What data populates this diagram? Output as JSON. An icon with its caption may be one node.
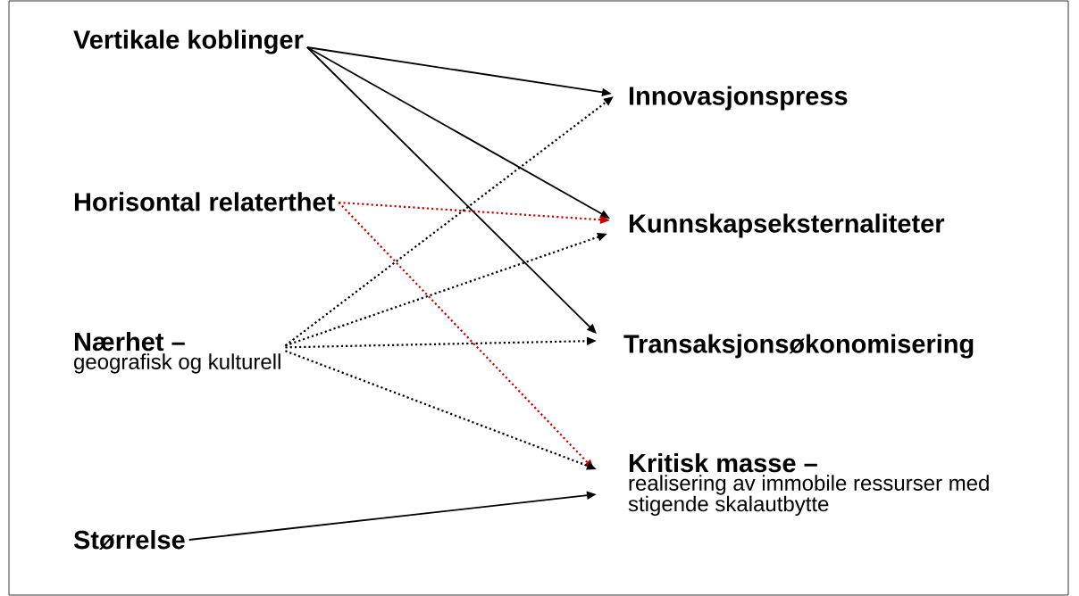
{
  "diagram": {
    "nodes": [
      {
        "text": [
          "Vertikale koblinger"
        ]
      },
      {
        "text": [
          "Innovasjonspress"
        ]
      },
      {
        "text": [
          "Horisontal relaterthet"
        ]
      },
      {
        "text": [
          "Kunnskapseksternaliteter"
        ]
      },
      {
        "text": [
          "Nærhet –",
          "geografisk og kulturell"
        ]
      },
      {
        "text": [
          "Transaksjonsøkonomisering"
        ]
      },
      {
        "text": [
          "Kritisk masse –",
          "realisering av immobile ressurser med stigende skalautbytte"
        ]
      },
      {
        "text": [
          "Størrelse"
        ]
      }
    ],
    "edges": [
      {
        "from": 0,
        "to": 1,
        "arrow": "to"
      },
      {
        "from": 0,
        "to": 3,
        "arrow": "to"
      },
      {
        "from": 0,
        "to": 5,
        "arrow": "to"
      },
      {
        "from": 2,
        "to": 3,
        "arrow": "to",
        "style": "dashed",
        "color": "#cc0000"
      },
      {
        "from": 2,
        "to": 6,
        "arrow": "to",
        "style": "dashed",
        "color": "#cc0000"
      },
      {
        "from": 4,
        "to": 1,
        "arrow": "to",
        "style": "dashed"
      },
      {
        "from": 4,
        "to": 3,
        "arrow": "to",
        "style": "dashed"
      },
      {
        "from": 4,
        "to": 5,
        "arrow": "to",
        "style": "dashed"
      },
      {
        "from": 4,
        "to": 6,
        "arrow": "to",
        "style": "dashed"
      },
      {
        "from": 7,
        "to": 6,
        "arrow": "to"
      }
    ]
  }
}
